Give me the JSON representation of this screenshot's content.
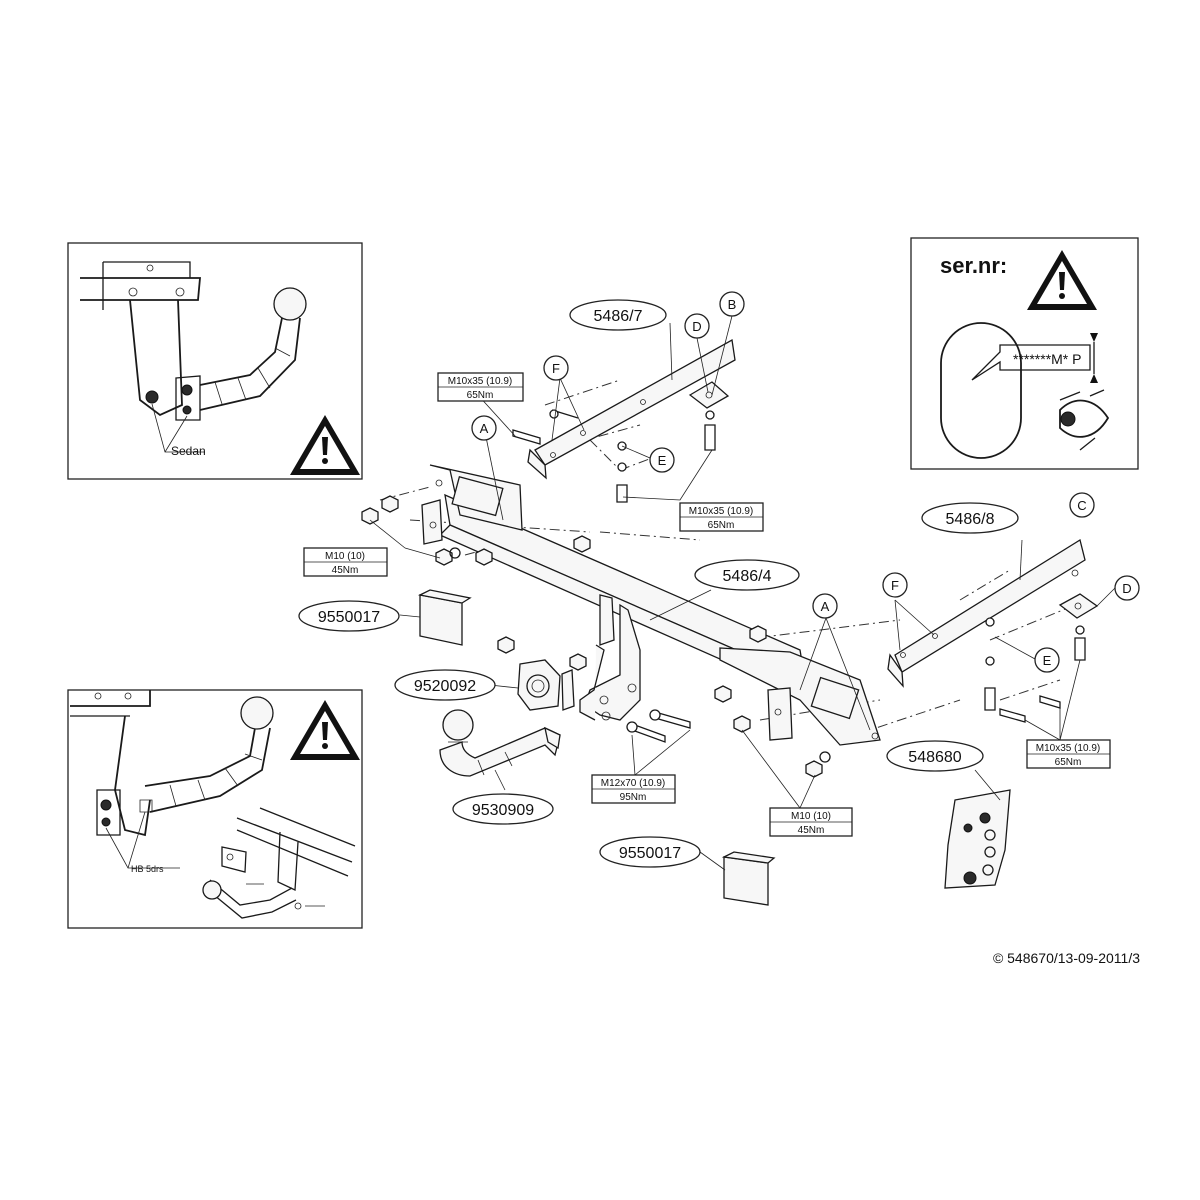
{
  "part_labels": {
    "bracket_left": "5486/7",
    "bracket_right": "5486/8",
    "crossbar": "5486/4",
    "cover_top": "9550017",
    "cover_bottom": "9550017",
    "socket_plate": "9520092",
    "tow_ball": "9530909",
    "electrical_kit": "548680"
  },
  "letters": {
    "a": "A",
    "b": "B",
    "c": "C",
    "d": "D",
    "e": "E",
    "f": "F"
  },
  "specs": {
    "bolt_m10x35": "M10x35 (10.9)",
    "torque_65": "65Nm",
    "nut_m10": "M10 (10)",
    "torque_45": "45Nm",
    "bolt_m12x70": "M12x70 (10.9)",
    "torque_95": "95Nm"
  },
  "inset_top": {
    "caption": "Sedan"
  },
  "inset_bottom": {
    "caption": "HB 5drs"
  },
  "serial_panel": {
    "title": "ser.nr:",
    "plate_text": "*******M* P"
  },
  "warning_icon": "warning-triangle-icon",
  "copyright": "© 548670/13-09-2011/3"
}
